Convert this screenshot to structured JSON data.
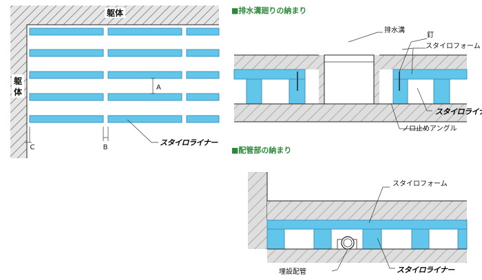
{
  "plan": {
    "wall_top_label": "躯体",
    "wall_left_label": "躯体",
    "dim_a": "A",
    "dim_b": "B",
    "dim_c": "C",
    "brand": "スタイロライナー"
  },
  "drain": {
    "title": "■排水溝廻りの納まり",
    "label_drain": "排水溝",
    "label_nail": "釘",
    "label_foam": "スタイロフォーム",
    "brand": "スタイロライナー",
    "label_angle": "ノロ止めアングル"
  },
  "pipe": {
    "title": "■配管部の納まり",
    "label_foam": "スタイロフォーム",
    "label_pipe": "埋設配管",
    "brand": "スタイロライナー"
  },
  "colors": {
    "foam": "#62c6ea",
    "section_title": "#2a8a3a",
    "hatch": "#9a9a9a"
  }
}
